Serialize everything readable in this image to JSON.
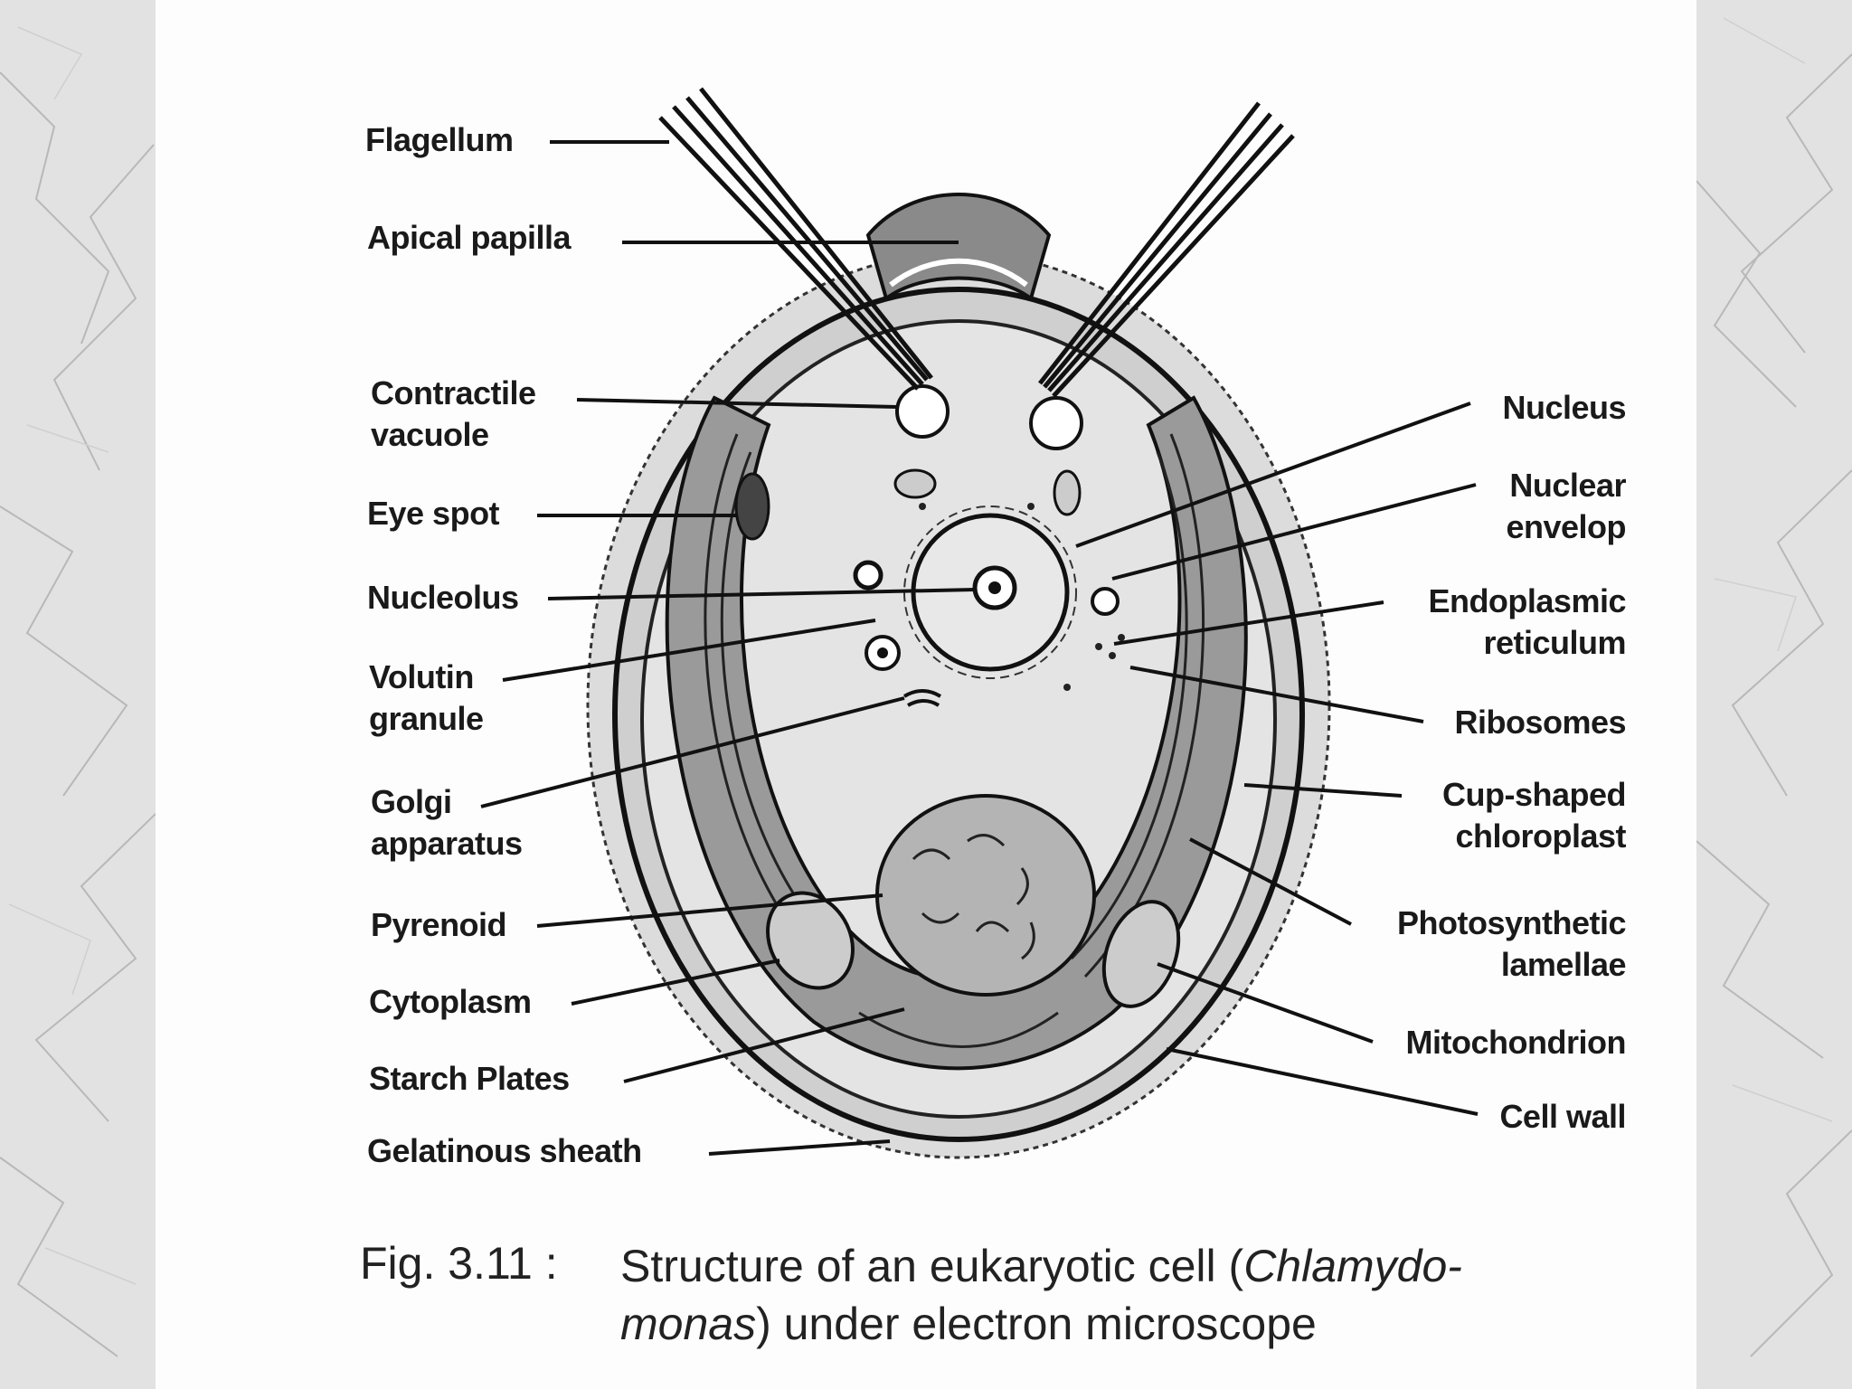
{
  "labels_left": [
    {
      "id": "flagellum",
      "text": "Flagellum"
    },
    {
      "id": "apical-papilla",
      "text": "Apical papilla"
    },
    {
      "id": "contractile-vacuole",
      "lines": [
        "Contractile",
        "vacuole"
      ]
    },
    {
      "id": "eye-spot",
      "text": "Eye spot"
    },
    {
      "id": "nucleolus",
      "text": "Nucleolus"
    },
    {
      "id": "volutin-granule",
      "lines": [
        "Volutin",
        "granule"
      ]
    },
    {
      "id": "golgi-apparatus",
      "lines": [
        "Golgi",
        "apparatus"
      ]
    },
    {
      "id": "pyrenoid",
      "text": "Pyrenoid"
    },
    {
      "id": "cytoplasm",
      "text": "Cytoplasm"
    },
    {
      "id": "starch-plates",
      "text": "Starch Plates"
    },
    {
      "id": "gelatinous-sheath",
      "text": "Gelatinous sheath"
    }
  ],
  "labels_right": [
    {
      "id": "nucleus",
      "text": "Nucleus"
    },
    {
      "id": "nuclear-envelop",
      "lines": [
        "Nuclear",
        "envelop"
      ]
    },
    {
      "id": "endoplasmic-reticulum",
      "lines": [
        "Endoplasmic",
        "reticulum"
      ]
    },
    {
      "id": "ribosomes",
      "text": "Ribosomes"
    },
    {
      "id": "cup-shaped-chloroplast",
      "lines": [
        "Cup-shaped",
        "chloroplast"
      ]
    },
    {
      "id": "photosynthetic-lamellae",
      "lines": [
        "Photosynthetic",
        "lamellae"
      ]
    },
    {
      "id": "mitochondrion",
      "text": "Mitochondrion"
    },
    {
      "id": "cell-wall",
      "text": "Cell wall"
    }
  ],
  "caption": {
    "prefix": "Fig. 3.11 :",
    "text_before": "Structure of an eukaryotic cell (",
    "italic_1": "Chlamydo-",
    "italic_2": "monas",
    "text_after": ") under electron microscope"
  }
}
